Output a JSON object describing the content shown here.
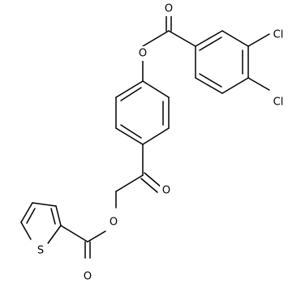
{
  "atoms": {
    "o_ester_top": "O",
    "o_carbonyl_top": "O",
    "cl_meta": "Cl",
    "cl_para": "Cl",
    "o_ketone": "O",
    "o_ester_bottom": "O",
    "o_carbonyl_bottom": "O",
    "s_thiophene": "S"
  }
}
